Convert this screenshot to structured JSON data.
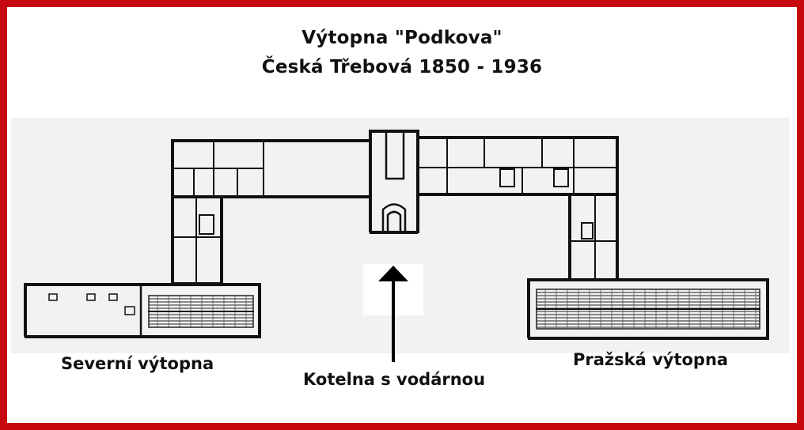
{
  "title": {
    "line1": "Výtopna \"Podkova\"",
    "line2": "Česká Třebová 1850 - 1936"
  },
  "labels": {
    "north_depot": "Severní výtopna",
    "boiler_house": "Kotelna s vodárnou",
    "prague_depot": "Pražská výtopna"
  },
  "colors": {
    "frame": "#c8090f",
    "ink": "#111111",
    "plan_background": "#f2f2f2"
  }
}
